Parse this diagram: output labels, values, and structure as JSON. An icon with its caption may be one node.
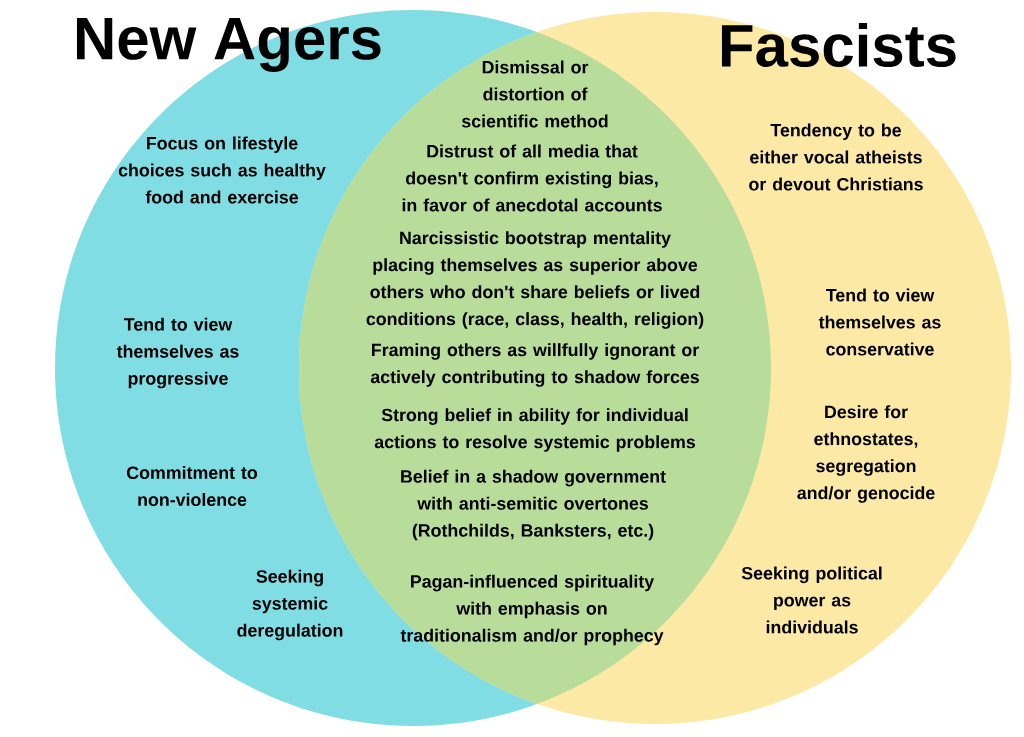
{
  "diagram": {
    "nodes": [
      {
        "text": [
          "New Agers"
        ]
      },
      {
        "text": [
          "Fascists"
        ]
      }
    ],
    "edges": [],
    "labels": [
      "Focus on lifestyle choices such as healthy food and exercise",
      "Tend to view themselves as progressive",
      "Commitment to non-violence",
      "Seeking systemic deregulation",
      "Dismissal or distortion of scientific method",
      "Distrust of all media that doesn't confirm existing bias, in favor of anecdotal accounts",
      "Narcissistic bootstrap mentality placing themselves as superior above others who don't share beliefs or lived conditions (race, class, health, religion)",
      "Framing others as willfully ignorant or actively contributing to shadow forces",
      "Strong belief in ability for individual actions to resolve systemic problems",
      "Belief in a shadow government with anti-semitic overtones (Rothchilds, Banksters, etc.)",
      "Pagan-influenced spirituality with emphasis on traditionalism and/or prophecy",
      "Tendency to be either vocal atheists or devout Christians",
      "Tend to view themselves as conservative",
      "Desire for ethnostates, segregation and/or genocide",
      "Seeking political power as individuals"
    ]
  }
}
